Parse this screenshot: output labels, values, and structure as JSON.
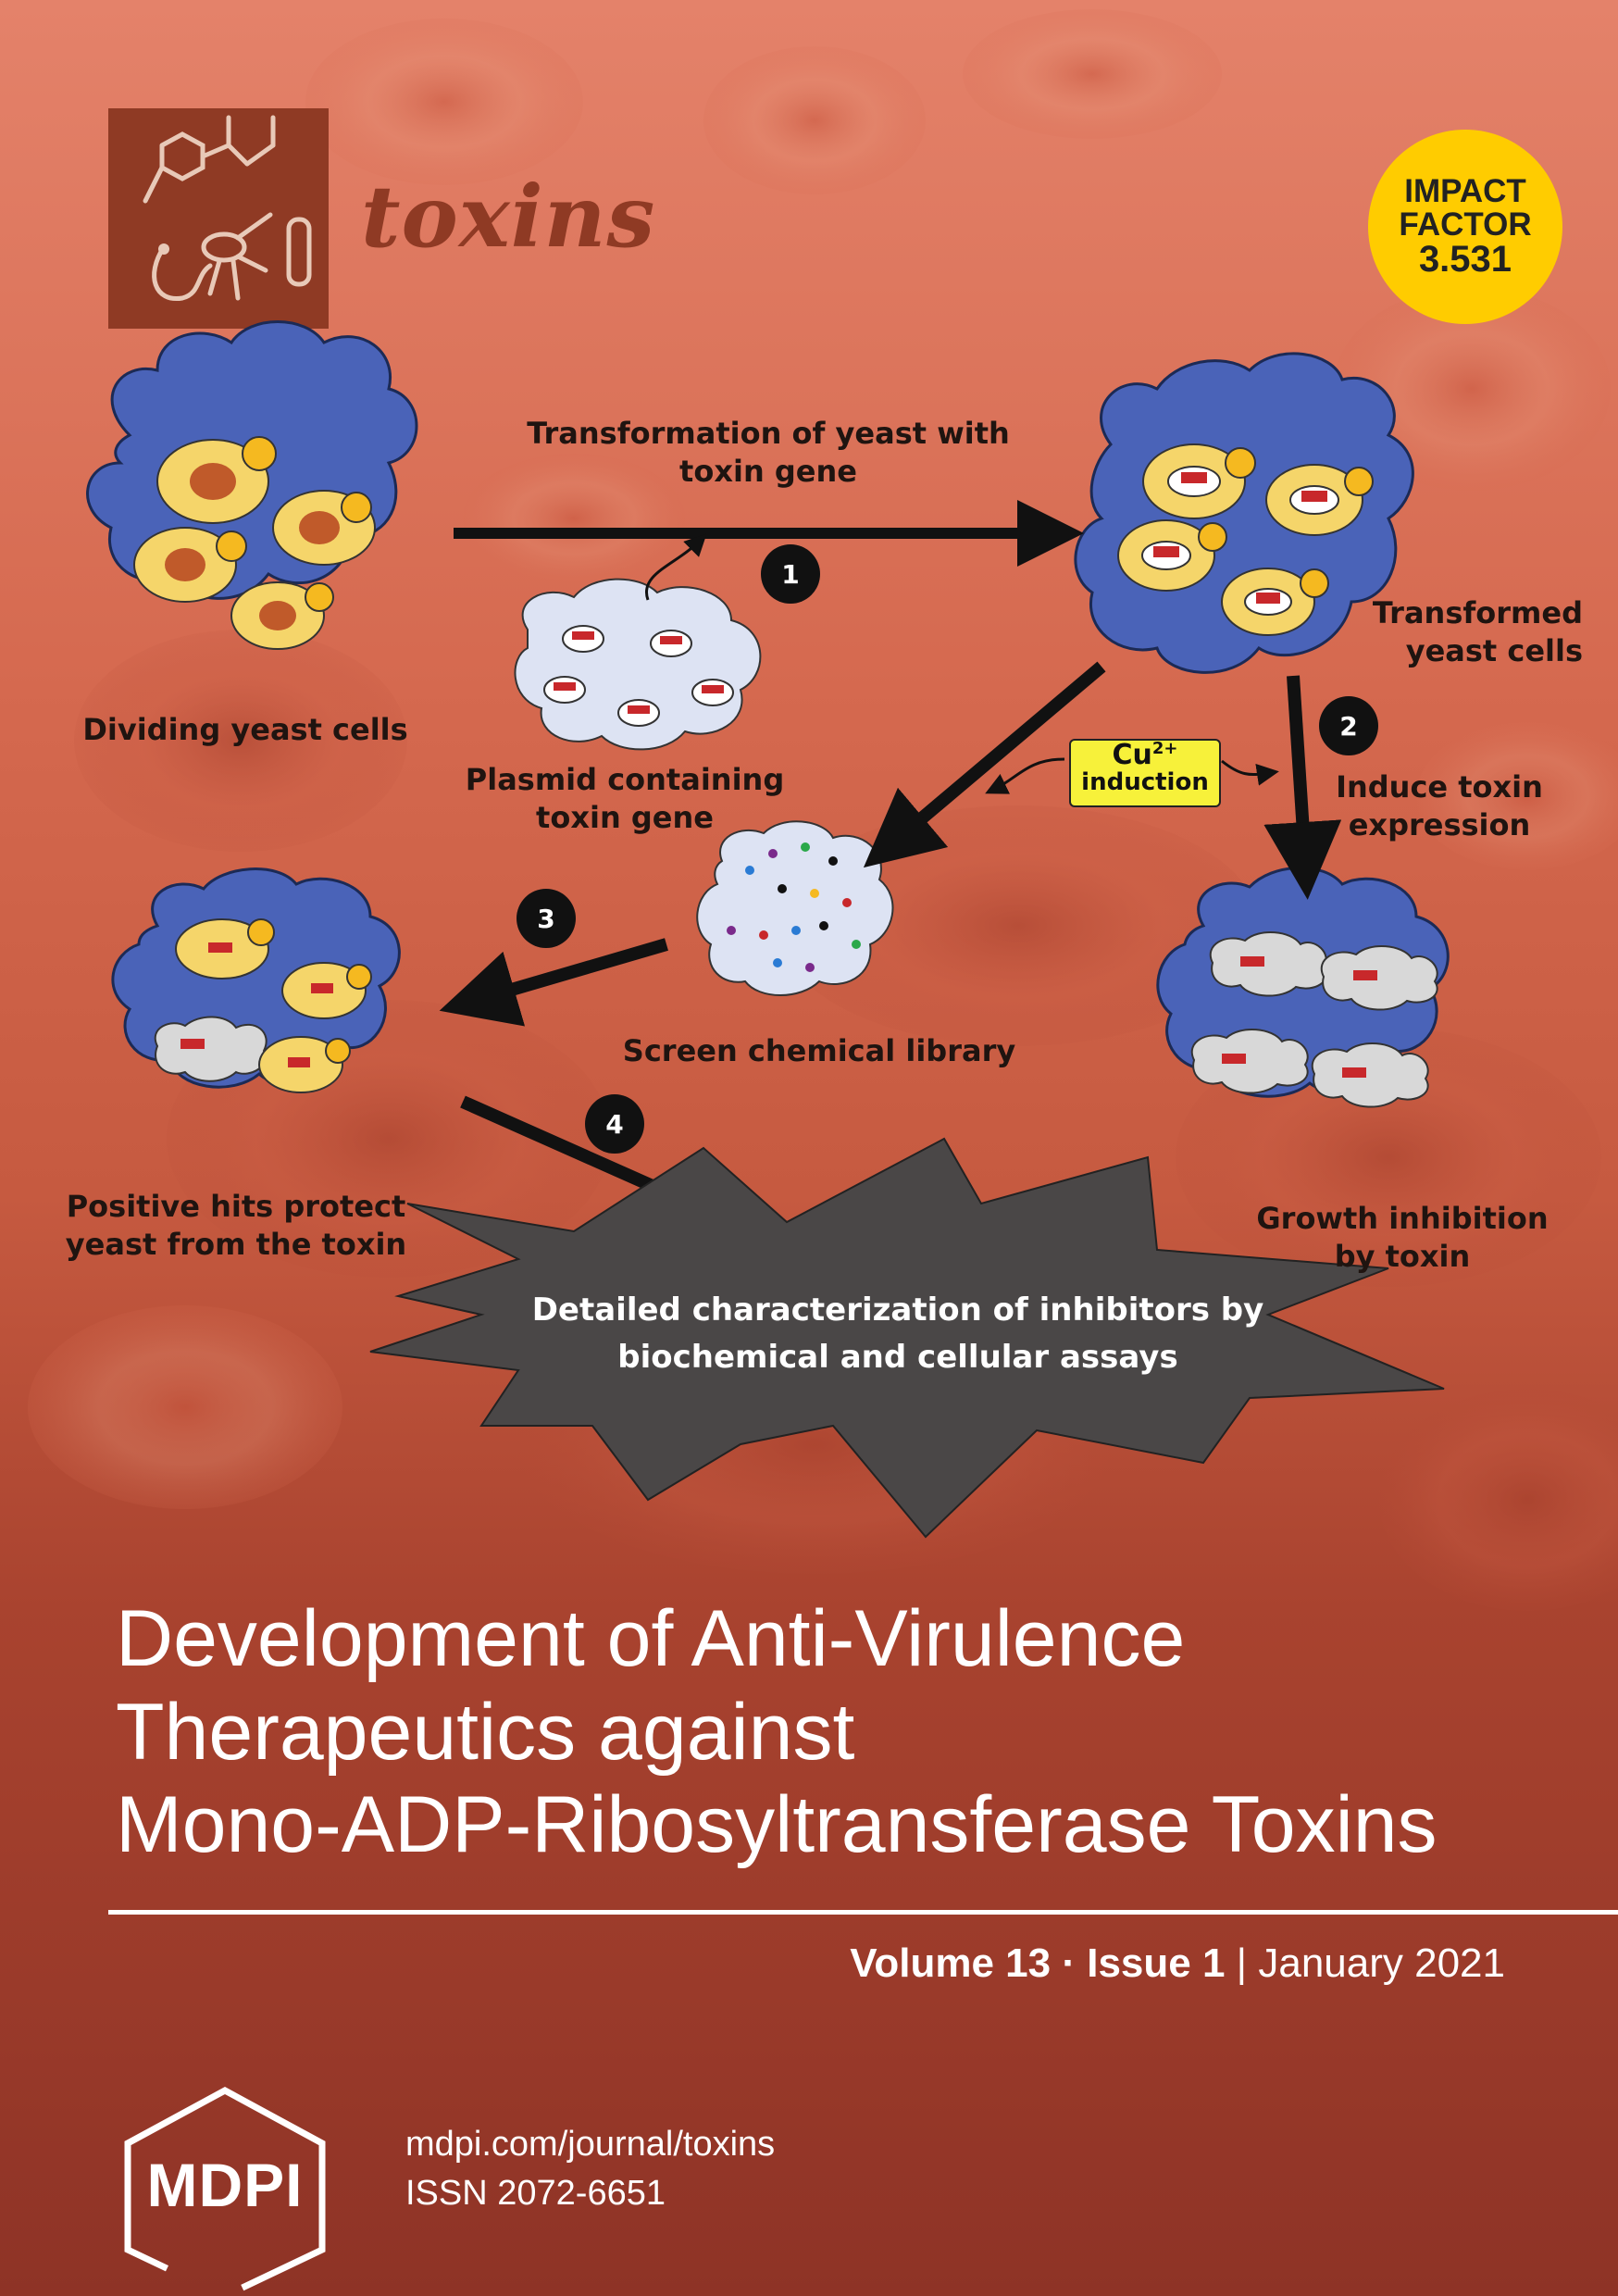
{
  "journal": {
    "name": "toxins"
  },
  "impact_factor": {
    "line1": "IMPACT",
    "line2": "FACTOR",
    "value": "3.531"
  },
  "diagram": {
    "dividing_cells": "Dividing yeast cells",
    "transformation_line1": "Transformation of yeast with",
    "transformation_line2": "toxin gene",
    "plasmid_line1": "Plasmid containing",
    "plasmid_line2": "toxin gene",
    "transformed_line1": "Transformed",
    "transformed_line2": "yeast cells",
    "induce_line1": "Induce toxin",
    "induce_line2": "expression",
    "cu_label": "Cu",
    "cu_charge": "2+",
    "induction_label": "induction",
    "screen_library": "Screen chemical library",
    "positive_line1": "Positive hits protect",
    "positive_line2": "yeast from the toxin",
    "growth_line1": "Growth inhibition",
    "growth_line2": "by toxin",
    "burst_line1": "Detailed characterization of inhibitors by",
    "burst_line2": "biochemical and cellular assays",
    "steps": [
      "1",
      "2",
      "3",
      "4"
    ]
  },
  "title": {
    "line1": "Development of Anti-Virulence",
    "line2": "Therapeutics against",
    "line3": "Mono-ADP-Ribosyltransferase Toxins"
  },
  "issue": {
    "volume": "Volume 13",
    "separator": "·",
    "issue": "Issue 1",
    "divider": "|",
    "date": "January 2021"
  },
  "publisher": {
    "name": "MDPI",
    "url": "mdpi.com/journal/toxins",
    "issn": "ISSN 2072-6651"
  },
  "colors": {
    "background_top": "#e4826a",
    "background_bottom": "#8e3326",
    "logo_brown": "#8f3a24",
    "impact_yellow": "#ffcc00",
    "cloud_blue": "#4a63b8",
    "burst_gray": "#4a4747"
  }
}
